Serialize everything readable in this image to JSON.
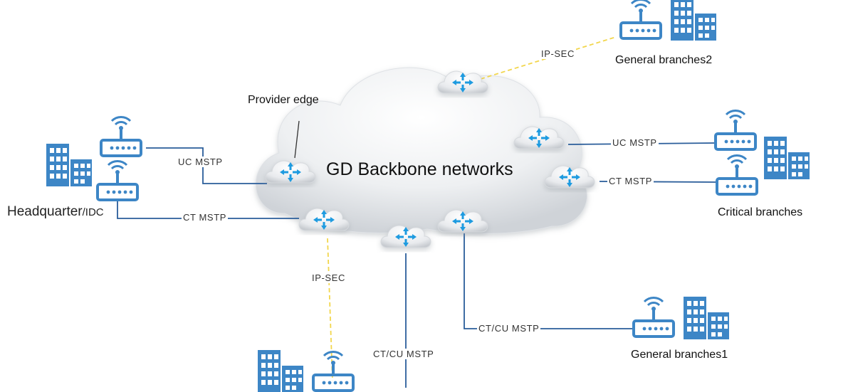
{
  "title": "GD Backbone networks",
  "labels": {
    "provider_edge": "Provider edge",
    "headquarter_main": "Headquarter",
    "headquarter_suffix": "/IDC",
    "critical_branches": "Critical branches",
    "general_branches1": "General branches1",
    "general_branches2": "General branches2"
  },
  "links": {
    "hq_uc": "UC MSTP",
    "hq_ct": "CT MSTP",
    "crit_uc": "UC MSTP",
    "crit_ct": "CT MSTP",
    "gb1_ctcu": "CT/CU  MSTP",
    "bottom_ctcu": "CT/CU  MSTP",
    "ipsec_top": "IP-SEC",
    "ipsec_bottom": "IP-SEC"
  },
  "colors": {
    "icon_blue": "#3d86c6",
    "link_line": "#2a5d9a",
    "ipsec_line": "#f2d64c",
    "pe_arrow": "#1e9be0"
  }
}
